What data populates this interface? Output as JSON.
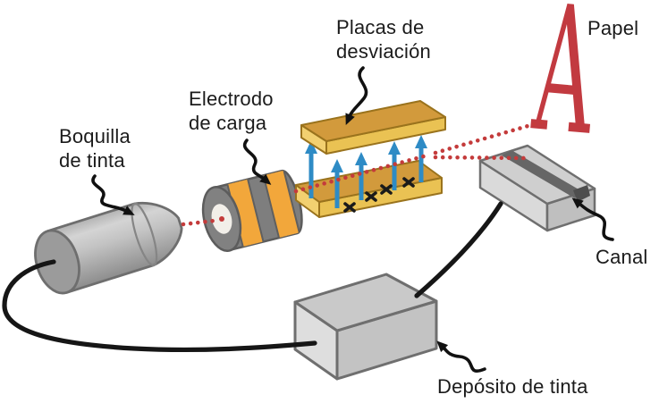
{
  "diagram": {
    "labels": {
      "boquilla": "Boquilla\nde tinta",
      "electrodo": "Electrodo\nde carga",
      "placas": "Placas de\ndesviación",
      "papel": "Papel",
      "canal": "Canal",
      "deposito": "Depósito de tinta"
    },
    "printed_letter": "A",
    "colors": {
      "plate_gold": "#d29a3c",
      "plate_gold_light": "#f2d070",
      "electrode_orange": "#f2a73b",
      "field_arrow_blue": "#2e8bc5",
      "ink_drop_red": "#c43b3b",
      "printed_letter_red": "#c23a40",
      "metal_gray": "#cfcfcf",
      "ink_line_black": "#161616"
    }
  }
}
